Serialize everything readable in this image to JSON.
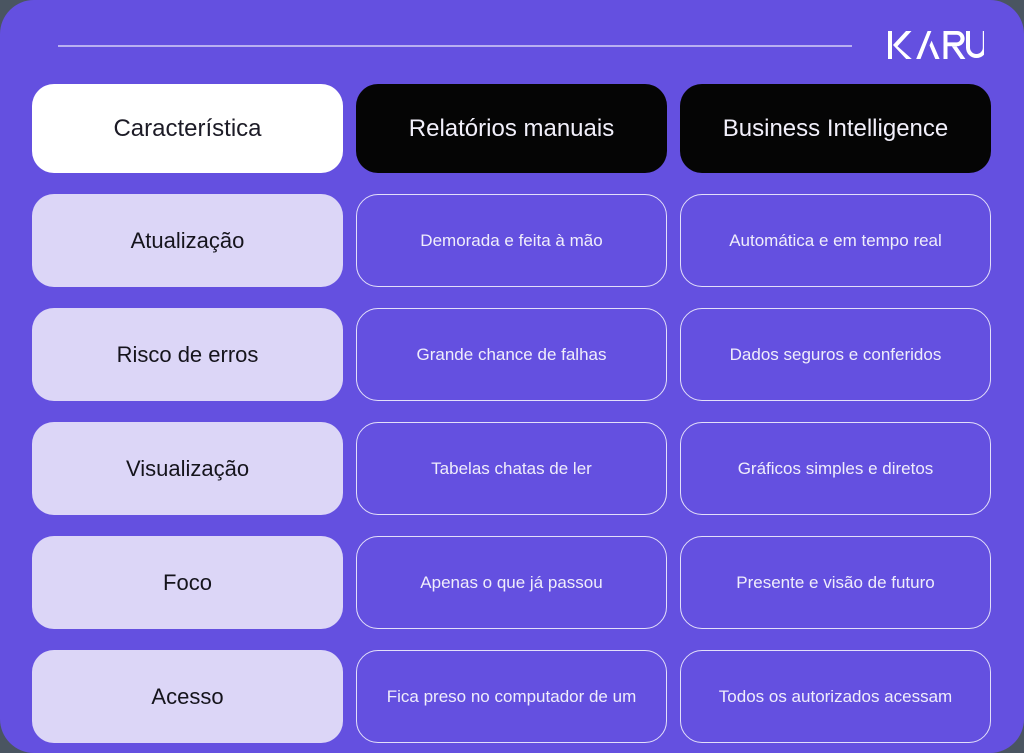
{
  "brand": {
    "logo_text": "KARU",
    "logo_name": "karu-logo"
  },
  "colors": {
    "background_purple": "#6450e0",
    "page_backdrop": "#4a5561",
    "header_feature_bg": "#ffffff",
    "header_dark_bg": "#050505",
    "label_pill_bg": "#dcd6f7",
    "value_border": "#ffffff",
    "value_text": "#efedfb",
    "dark_text": "#15141c"
  },
  "table": {
    "headers": [
      {
        "label": "Característica",
        "style": "light"
      },
      {
        "label": "Relatórios manuais",
        "style": "dark"
      },
      {
        "label": "Business Intelligence",
        "style": "dark"
      }
    ],
    "rows": [
      {
        "feature": "Atualização",
        "manual": "Demorada e feita à mão",
        "bi": "Automática e em tempo real"
      },
      {
        "feature": "Risco de erros",
        "manual": "Grande chance de falhas",
        "bi": "Dados seguros e conferidos"
      },
      {
        "feature": "Visualização",
        "manual": "Tabelas chatas de ler",
        "bi": "Gráficos simples e diretos"
      },
      {
        "feature": "Foco",
        "manual": "Apenas o que já passou",
        "bi": "Presente e visão de futuro"
      },
      {
        "feature": "Acesso",
        "manual": "Fica preso no computador de um",
        "bi": "Todos os autorizados acessam"
      }
    ]
  }
}
